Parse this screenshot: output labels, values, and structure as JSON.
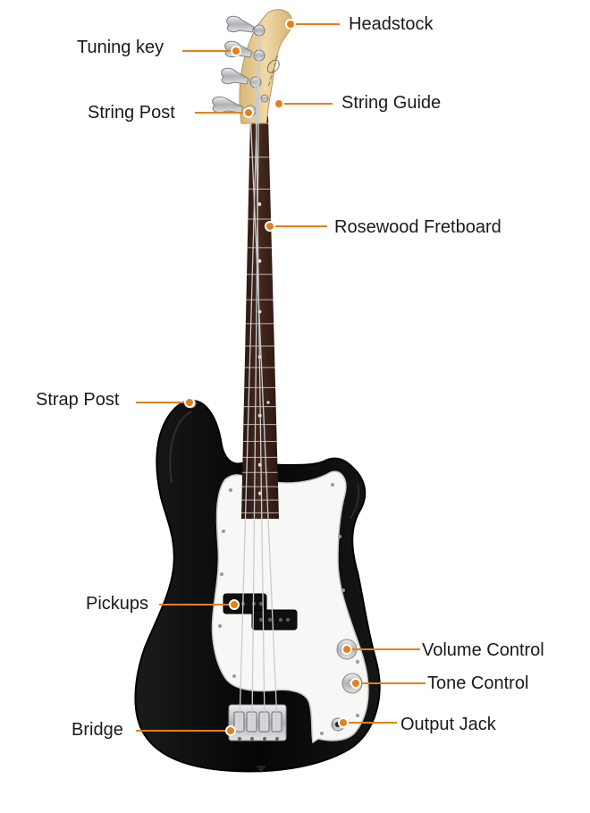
{
  "figure": {
    "labels": {
      "headstock": "Headstock",
      "tuning_key": "Tuning key",
      "string_guide": "String Guide",
      "string_post": "String Post",
      "fretboard": "Rosewood Fretboard",
      "strap_post": "Strap Post",
      "pickups": "Pickups",
      "volume_control": "Volume Control",
      "tone_control": "Tone Control",
      "bridge": "Bridge",
      "output_jack": "Output Jack"
    },
    "colors": {
      "callout": "#e5801a",
      "body": "#0b0b0b",
      "pickguard": "#f7f7f5",
      "neck_maple": "#e9cf98",
      "fretboard_rosewood": "#3a2119",
      "chrome": "#c7c9cc"
    }
  }
}
